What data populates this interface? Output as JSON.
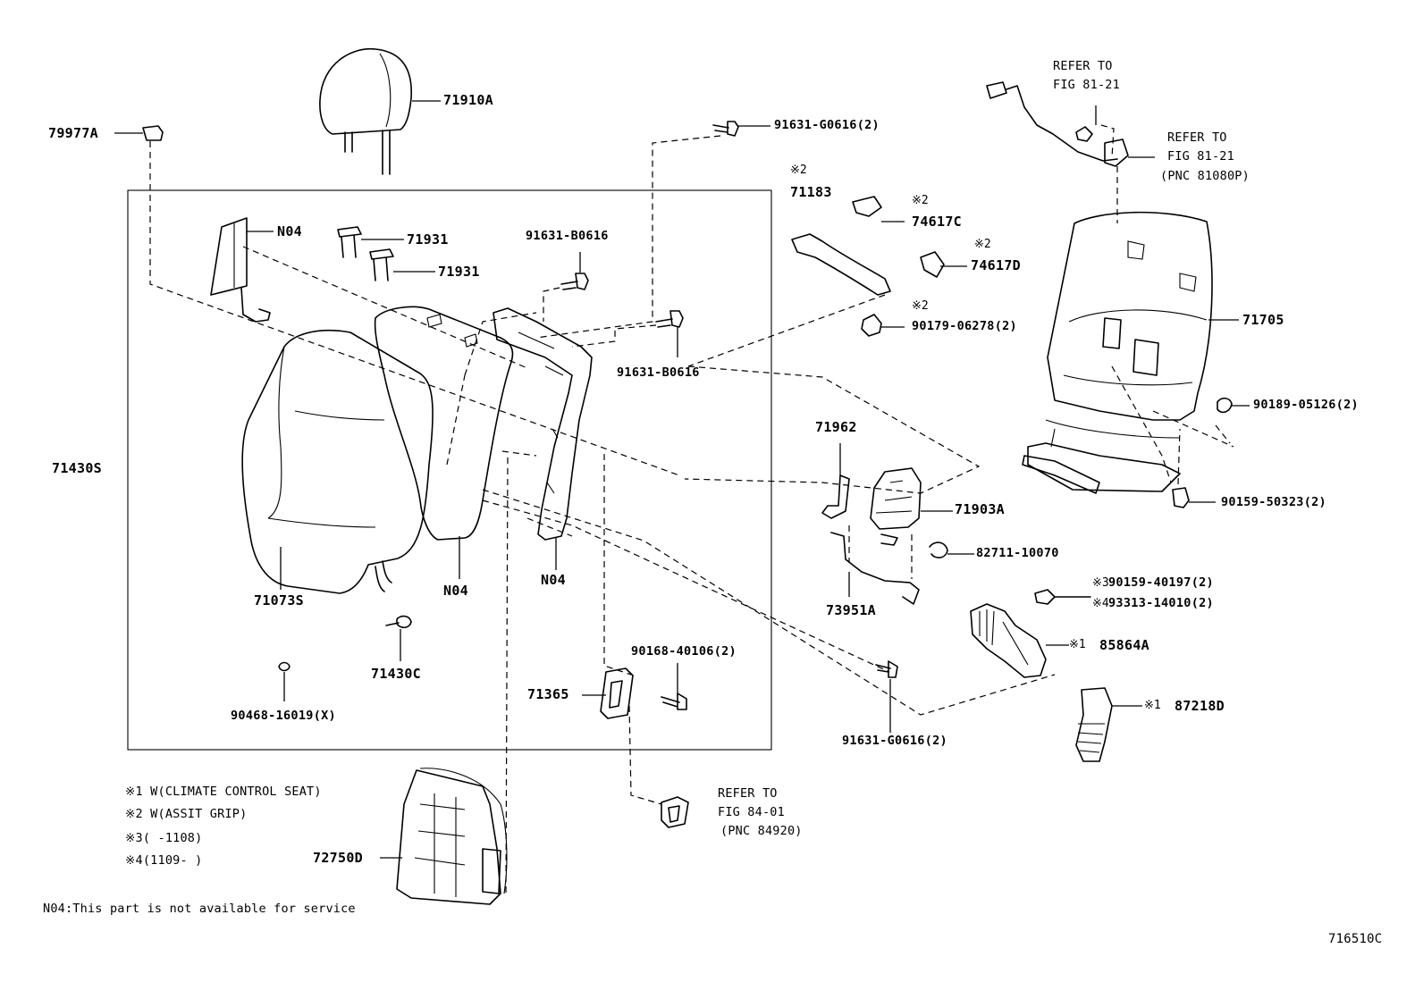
{
  "diagram": {
    "figure_code": "716510C",
    "parts": [
      {
        "id": "71910A",
        "label": "71910A"
      },
      {
        "id": "79977A",
        "label": "79977A"
      },
      {
        "id": "91631-G0616-top",
        "label": "91631-G0616(2)"
      },
      {
        "id": "N04-airbag",
        "label": "N04"
      },
      {
        "id": "71931-a",
        "label": "71931"
      },
      {
        "id": "71931-b",
        "label": "71931"
      },
      {
        "id": "91631-B0616-a",
        "label": "91631-B0616"
      },
      {
        "id": "91631-B0616-b",
        "label": "91631-B0616"
      },
      {
        "id": "71430S",
        "label": "71430S"
      },
      {
        "id": "71073S",
        "label": "71073S"
      },
      {
        "id": "N04-pad",
        "label": "N04"
      },
      {
        "id": "N04-frame",
        "label": "N04"
      },
      {
        "id": "71430C",
        "label": "71430C"
      },
      {
        "id": "90468-16019",
        "label": "90468-16019(X)"
      },
      {
        "id": "90168-40106",
        "label": "90168-40106(2)"
      },
      {
        "id": "71365",
        "label": "71365"
      },
      {
        "id": "71183",
        "label": "71183"
      },
      {
        "id": "74617C",
        "label": "74617C"
      },
      {
        "id": "74617D",
        "label": "74617D"
      },
      {
        "id": "90179-06278",
        "label": "90179-06278(2)"
      },
      {
        "id": "71962",
        "label": "71962"
      },
      {
        "id": "71903A",
        "label": "71903A"
      },
      {
        "id": "82711-10070",
        "label": "82711-10070"
      },
      {
        "id": "73951A",
        "label": "73951A"
      },
      {
        "id": "90159-40197",
        "label": "90159-40197(2)"
      },
      {
        "id": "93313-14010",
        "label": "93313-14010(2)"
      },
      {
        "id": "85864A",
        "label": "85864A"
      },
      {
        "id": "87218D",
        "label": "87218D"
      },
      {
        "id": "91631-G0616-bottom",
        "label": "91631-G0616(2)"
      },
      {
        "id": "71705",
        "label": "71705"
      },
      {
        "id": "90189-05126",
        "label": "90189-05126(2)"
      },
      {
        "id": "90159-50323",
        "label": "90159-50323(2)"
      },
      {
        "id": "72750D",
        "label": "72750D"
      }
    ],
    "markers": {
      "m71183": "※2",
      "m74617C": "※2",
      "m74617D": "※2",
      "m90179": "※2",
      "m90159_40197": "※3",
      "m93313": "※4",
      "m85864A": "※1",
      "m87218D": "※1"
    },
    "references": [
      {
        "line1": "REFER TO",
        "line2": "FIG 81-21",
        "line3": ""
      },
      {
        "line1": "REFER TO",
        "line2": "FIG 81-21",
        "line3": "(PNC 81080P)"
      },
      {
        "line1": "REFER TO",
        "line2": "FIG 84-01",
        "line3": "(PNC 84920)"
      }
    ],
    "legend": [
      "※1 W(CLIMATE CONTROL SEAT)",
      "※2 W(ASSIT GRIP)",
      "※3(    -1108)",
      "※4(1109-    )"
    ],
    "footnote": "N04:This part is not available for service"
  }
}
